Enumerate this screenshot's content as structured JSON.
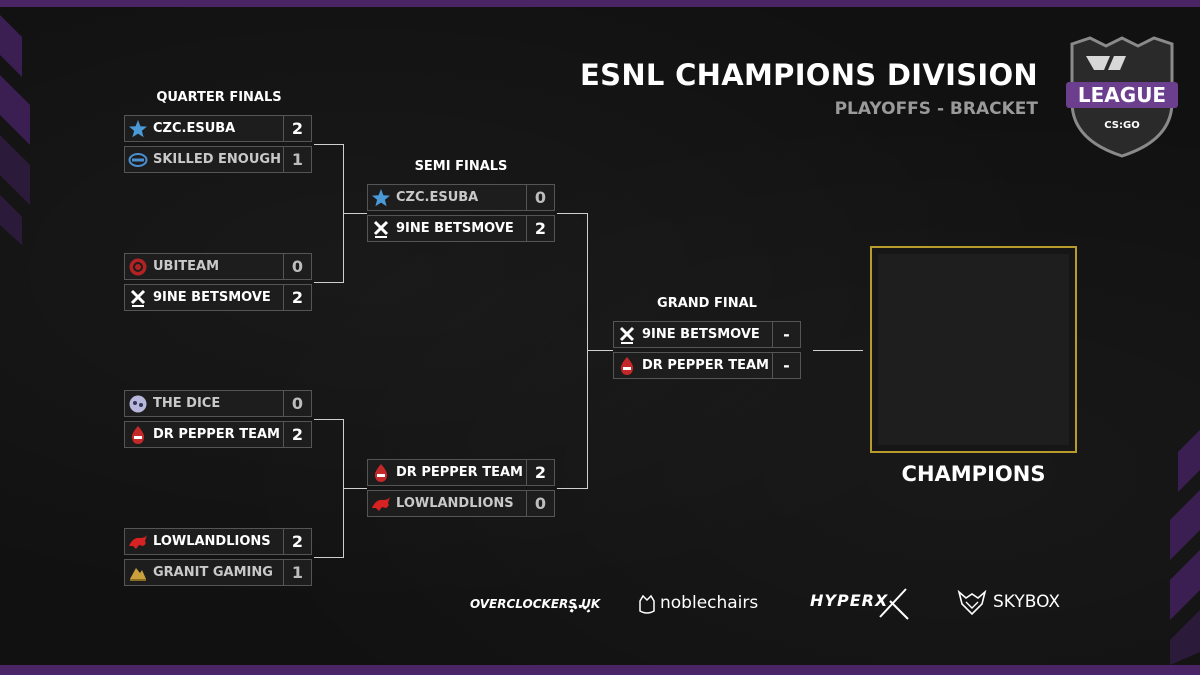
{
  "header": {
    "title": "ESNL CHAMPIONS DIVISION",
    "subtitle": "PLAYOFFS - BRACKET"
  },
  "logo": {
    "word": "LEAGUE",
    "game": "CS:GO",
    "accent": "#7a4a9c"
  },
  "rounds": {
    "quarter": "QUARTER FINALS",
    "semi": "SEMI FINALS",
    "grand": "GRAND FINAL"
  },
  "colors": {
    "frame": "#4b2466",
    "box_border": "#555555",
    "connector": "#cfcfcf",
    "champion_border": "#b89a2d"
  },
  "quarter_finals": [
    {
      "team1": {
        "name": "CZC.ESUBA",
        "score": "2",
        "icon": "czc-esuba-star-icon"
      },
      "team2": {
        "name": "SKILLED ENOUGH",
        "score": "1",
        "icon": "skilled-enough-icon"
      }
    },
    {
      "team1": {
        "name": "UBITEAM",
        "score": "0",
        "icon": "ubiteam-icon"
      },
      "team2": {
        "name": "9INE BETSMOVE",
        "score": "2",
        "icon": "9ine-x-icon"
      }
    },
    {
      "team1": {
        "name": "THE DICE",
        "score": "0",
        "icon": "the-dice-icon"
      },
      "team2": {
        "name": "DR PEPPER TEAM",
        "score": "2",
        "icon": "dr-pepper-drop-icon"
      }
    },
    {
      "team1": {
        "name": "LOWLANDLIONS",
        "score": "2",
        "icon": "lowlandlions-lion-icon"
      },
      "team2": {
        "name": "GRANIT GAMING",
        "score": "1",
        "icon": "granit-gaming-icon"
      }
    }
  ],
  "semi_finals": [
    {
      "team1": {
        "name": "CZC.ESUBA",
        "score": "0",
        "icon": "czc-esuba-star-icon"
      },
      "team2": {
        "name": "9INE BETSMOVE",
        "score": "2",
        "icon": "9ine-x-icon"
      }
    },
    {
      "team1": {
        "name": "DR PEPPER TEAM",
        "score": "2",
        "icon": "dr-pepper-drop-icon"
      },
      "team2": {
        "name": "LOWLANDLIONS",
        "score": "0",
        "icon": "lowlandlions-lion-icon"
      }
    }
  ],
  "grand_final": {
    "team1": {
      "name": "9INE BETSMOVE",
      "score": "-",
      "icon": "9ine-x-icon"
    },
    "team2": {
      "name": "DR PEPPER TEAM",
      "score": "-",
      "icon": "dr-pepper-drop-icon"
    }
  },
  "champions": {
    "label": "CHAMPIONS"
  },
  "sponsors": {
    "ocuk": "OVERCLOCKERS UK",
    "noble": "noblechairs",
    "hyperx": "HYPERX",
    "skybox": "SKYBOX"
  }
}
